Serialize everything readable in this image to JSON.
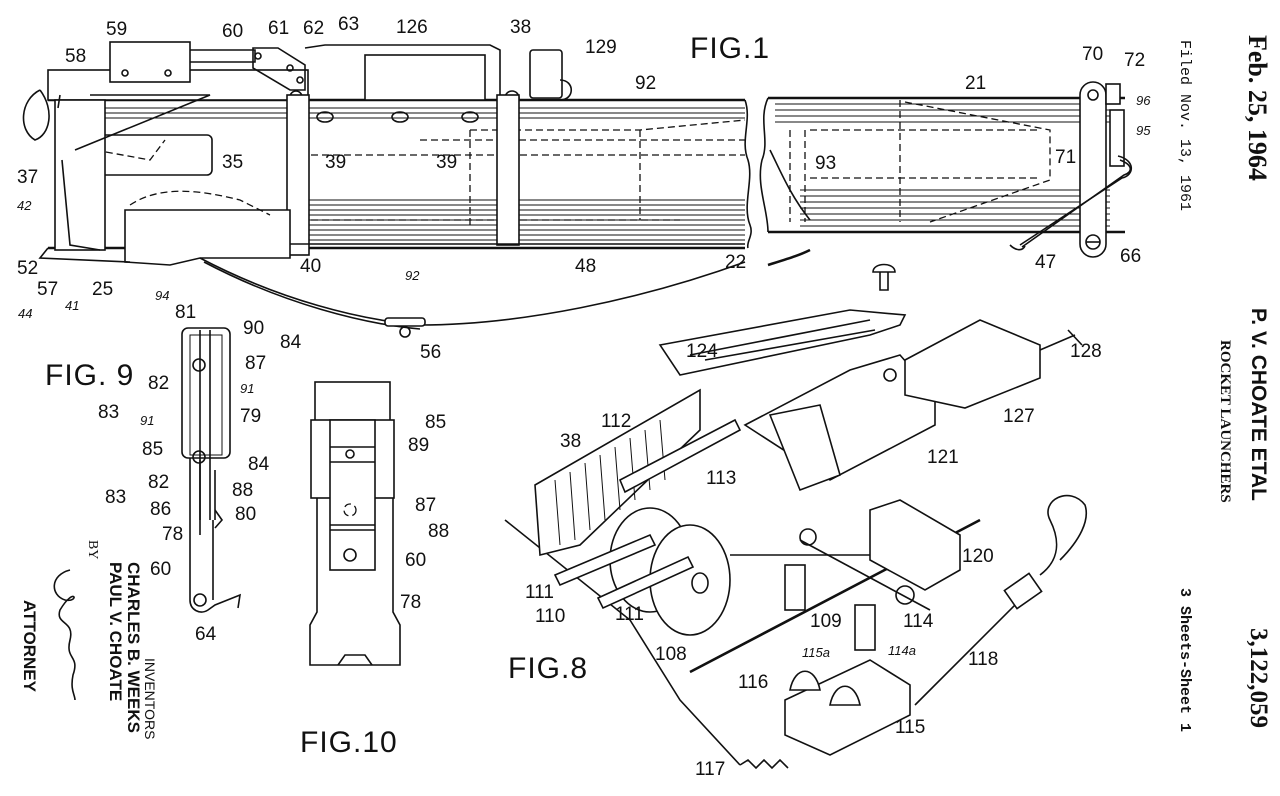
{
  "header": {
    "date": "Feb. 25, 1964",
    "filed": "Filed Nov. 13, 1961",
    "inventor_line": "P. V. CHOATE ETAL",
    "title": "ROCKET LAUNCHERS",
    "patent_number": "3,122,059",
    "sheets": "3 Sheets-Sheet 1"
  },
  "signature_block": {
    "inventors_label": "INVENTORS",
    "inventor_1": "CHARLES B. WEEKS",
    "inventor_2": "PAUL V. CHOATE",
    "by": "BY",
    "attorney_label": "ATTORNEY"
  },
  "figures": {
    "fig1": {
      "caption": "FIG.1",
      "labels": [
        "59",
        "60",
        "61",
        "62",
        "63",
        "126",
        "38",
        "129",
        "58",
        "92",
        "21",
        "70",
        "72",
        "96",
        "95",
        "71",
        "35",
        "39",
        "39",
        "93",
        "37",
        "42",
        "52",
        "57",
        "41",
        "25",
        "40",
        "94",
        "92",
        "48",
        "22",
        "47",
        "66",
        "44",
        "56"
      ]
    },
    "fig9": {
      "caption": "FIG. 9",
      "labels": [
        "81",
        "90",
        "84",
        "87",
        "82",
        "91",
        "83",
        "79",
        "91",
        "85",
        "84",
        "82",
        "83",
        "88",
        "86",
        "80",
        "78",
        "60",
        "64"
      ]
    },
    "fig10": {
      "caption": "FIG.10",
      "labels": [
        "85",
        "89",
        "87",
        "88",
        "60",
        "78"
      ]
    },
    "fig8": {
      "caption": "FIG.8",
      "labels": [
        "124",
        "128",
        "112",
        "38",
        "113",
        "121",
        "127",
        "120",
        "111",
        "110",
        "111",
        "109",
        "114",
        "108",
        "114a",
        "118",
        "115a",
        "116",
        "115",
        "117"
      ]
    }
  }
}
